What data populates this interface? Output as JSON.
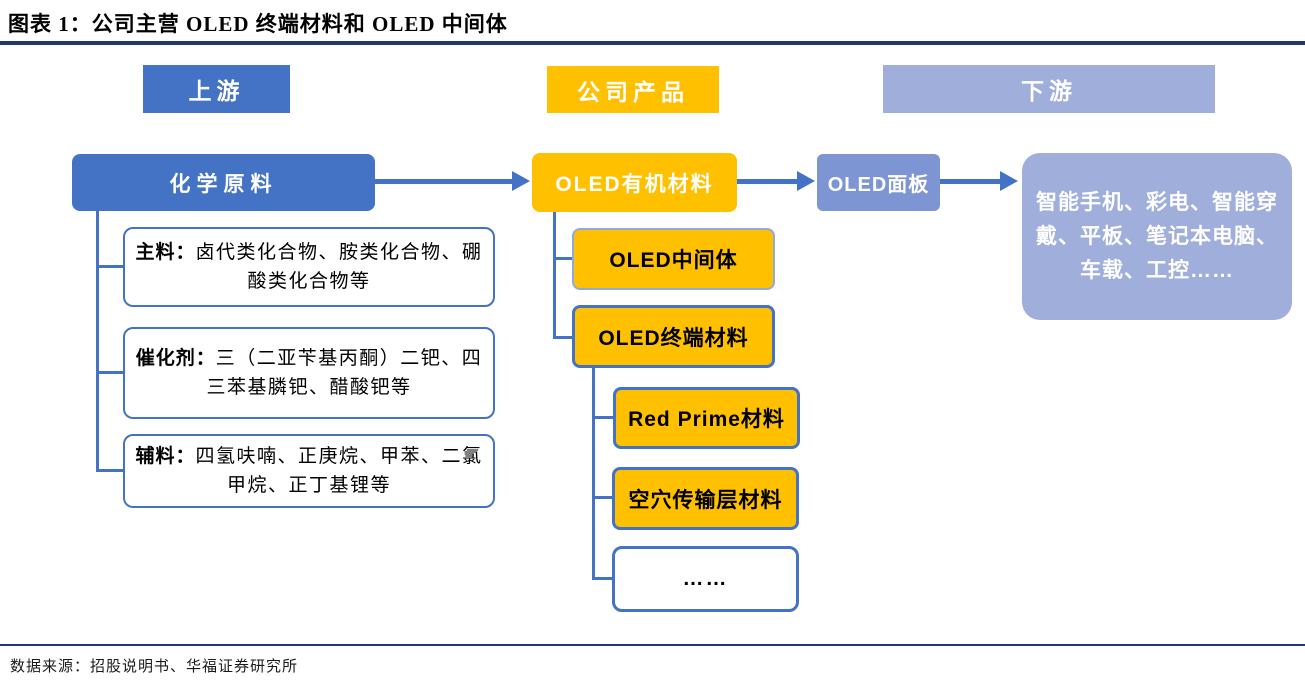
{
  "title": "图表 1：公司主营 OLED 终端材料和 OLED 中间体",
  "headers": {
    "upstream": "上游",
    "products": "公司产品",
    "downstream": "下游"
  },
  "nodes": {
    "chemical": "化学原料",
    "oled_organic": "OLED有机材料",
    "oled_panel": "OLED面板",
    "downstream_apps": "智能手机、彩电、智能穿戴、平板、笔记本电脑、车载、工控……",
    "intermediate": "OLED中间体",
    "terminal": "OLED终端材料",
    "red_prime": "Red Prime材料",
    "hole_transport": "空穴传输层材料",
    "more": "……"
  },
  "materials": [
    {
      "label": "主料：",
      "text": "卤代类化合物、胺类化合物、硼酸类化合物等"
    },
    {
      "label": "催化剂：",
      "text": "三（二亚苄基丙酮）二钯、四三苯基膦钯、醋酸钯等"
    },
    {
      "label": "辅料：",
      "text": "四氢呋喃、正庚烷、甲苯、二氯甲烷、正丁基锂等"
    }
  ],
  "footer": {
    "source": "数据来源：招股说明书、华福证券研究所"
  },
  "colors": {
    "accent_blue": "#4472C4",
    "accent_navy": "#1F3864",
    "accent_yellow": "#FFC000",
    "accent_periwinkle": "#9FAEDA",
    "accent_panel_blue": "#7E95D3"
  }
}
